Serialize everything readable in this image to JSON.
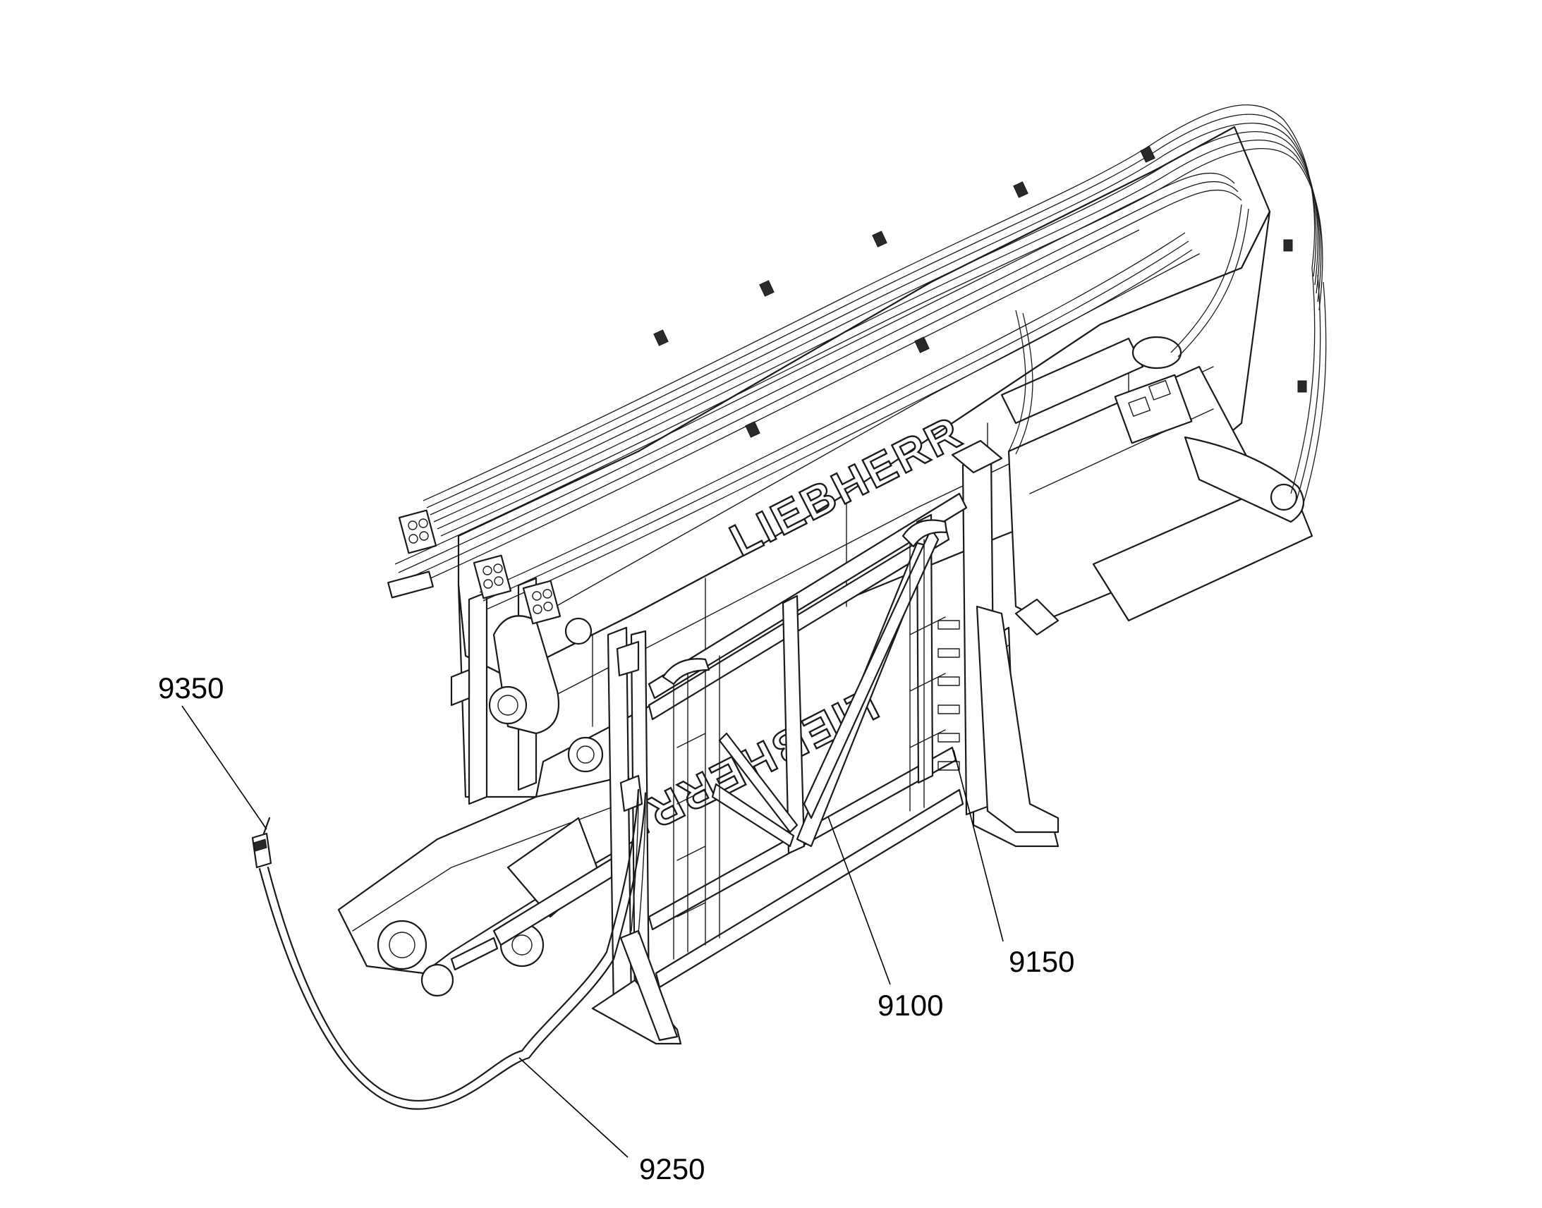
{
  "brand": {
    "upper": "LIEBHERR",
    "lower": "LIEBHERR"
  },
  "callouts": [
    {
      "id": "9350",
      "label": "9350"
    },
    {
      "id": "9250",
      "label": "9250"
    },
    {
      "id": "9100",
      "label": "9100"
    },
    {
      "id": "9150",
      "label": "9150"
    }
  ],
  "colors": {
    "line": "#1a1a1a",
    "background": "#ffffff"
  }
}
